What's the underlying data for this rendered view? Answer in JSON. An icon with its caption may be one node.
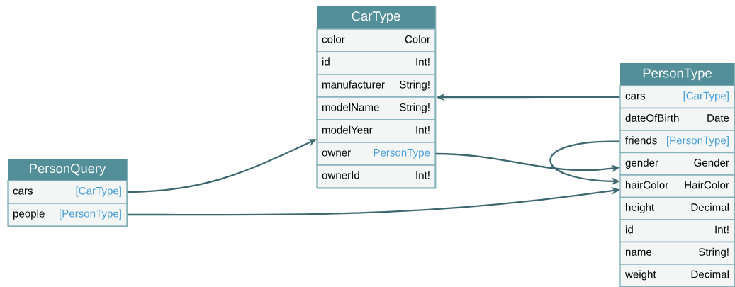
{
  "diagram": {
    "nodes": [
      {
        "text": [
          "CarType"
        ]
      },
      {
        "text": [
          "color",
          "Color"
        ],
        "in": 0
      },
      {
        "text": [
          "id",
          "Int!"
        ],
        "in": 0
      },
      {
        "text": [
          "manufacturer",
          "String!"
        ],
        "in": 0
      },
      {
        "text": [
          "modelName",
          "String!"
        ],
        "in": 0
      },
      {
        "text": [
          "modelYear",
          "Int!"
        ],
        "in": 0
      },
      {
        "text": [
          "owner",
          "PersonType"
        ],
        "in": 0
      },
      {
        "text": [
          "ownerId",
          "Int!"
        ],
        "in": 0
      },
      {
        "text": [
          "PersonQuery"
        ]
      },
      {
        "text": [
          "cars",
          "[CarType]"
        ],
        "in": 8
      },
      {
        "text": [
          "people",
          "[PersonType]"
        ],
        "in": 8
      },
      {
        "text": [
          "PersonType"
        ]
      },
      {
        "text": [
          "cars",
          "[CarType]"
        ],
        "in": 11
      },
      {
        "text": [
          "dateOfBirth",
          "Date"
        ],
        "in": 11
      },
      {
        "text": [
          "friends",
          "[PersonType]"
        ],
        "in": 11
      },
      {
        "text": [
          "gender",
          "Gender"
        ],
        "in": 11
      },
      {
        "text": [
          "hairColor",
          "HairColor"
        ],
        "in": 11
      },
      {
        "text": [
          "height",
          "Decimal"
        ],
        "in": 11
      },
      {
        "text": [
          "id",
          "Int!"
        ],
        "in": 11
      },
      {
        "text": [
          "name",
          "String!"
        ],
        "in": 11
      },
      {
        "text": [
          "weight",
          "Decimal"
        ],
        "in": 11
      }
    ],
    "edges": [
      {
        "from": 9,
        "to": 0,
        "arrow": "to"
      },
      {
        "from": 10,
        "to": 11,
        "arrow": "to"
      },
      {
        "from": 6,
        "to": 11,
        "arrow": "to"
      },
      {
        "from": 12,
        "to": 0,
        "arrow": "to"
      },
      {
        "from": 14,
        "to": 11,
        "arrow": "to"
      }
    ]
  }
}
